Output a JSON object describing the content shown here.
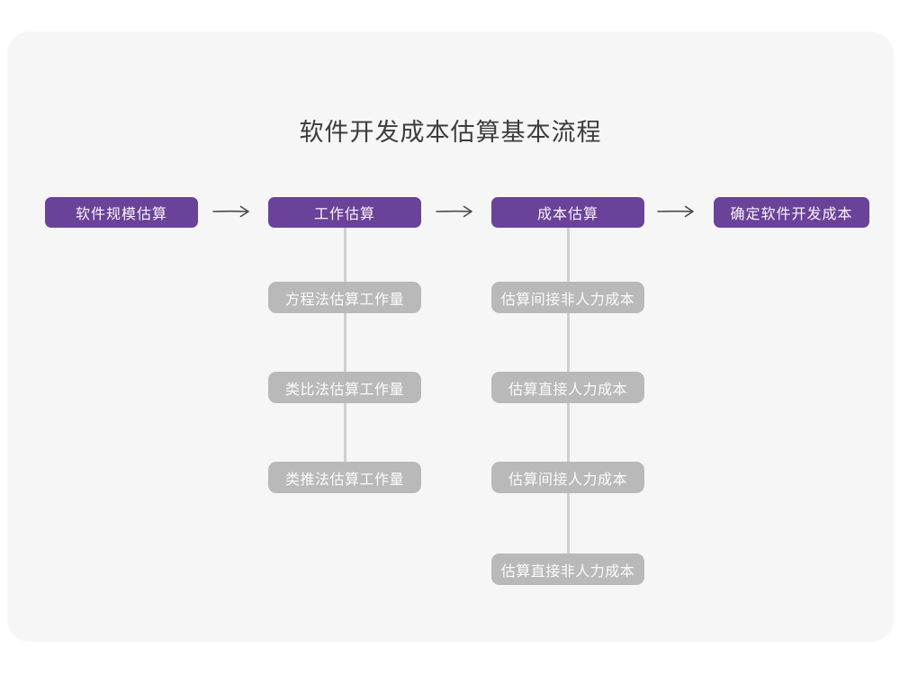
{
  "page": {
    "title": "软件开发成本估算基本流程"
  },
  "colors": {
    "page_bg": "#ffffff",
    "card_bg": "#f6f6f6",
    "primary_purple": "#6b4299",
    "secondary_gray": "#b9b9b9",
    "connector": "#cfcfcf",
    "arrow": "#4a4a4a",
    "title_text": "#3c3c3c",
    "box_text": "#f7f4fa"
  },
  "flow": {
    "main_steps": [
      {
        "label": "软件规模估算"
      },
      {
        "label": "工作估算"
      },
      {
        "label": "成本估算"
      },
      {
        "label": "确定软件开发成本"
      }
    ],
    "work_estimation_methods": [
      "方程法估算工作量",
      "类比法估算工作量",
      "类推法估算工作量"
    ],
    "cost_estimation_steps": [
      "估算间接非人力成本",
      "估算直接人力成本",
      "估算间接人力成本",
      "估算直接非人力成本"
    ]
  }
}
